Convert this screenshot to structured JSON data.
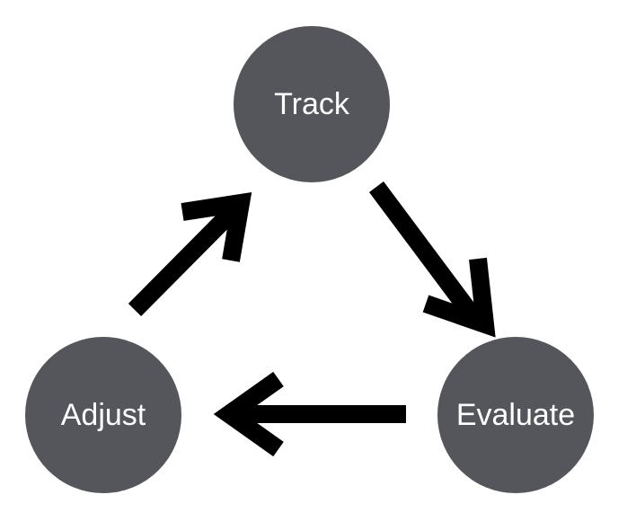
{
  "diagram": {
    "colors": {
      "node_fill": "#54565B",
      "node_text": "#FFFFFF",
      "arrow": "#000000",
      "background": "#FFFFFF"
    },
    "nodes": {
      "track": "Track",
      "evaluate": "Evaluate",
      "adjust": "Adjust"
    },
    "edges": [
      {
        "from": "Track",
        "to": "Evaluate"
      },
      {
        "from": "Evaluate",
        "to": "Adjust"
      },
      {
        "from": "Adjust",
        "to": "Track"
      }
    ]
  }
}
